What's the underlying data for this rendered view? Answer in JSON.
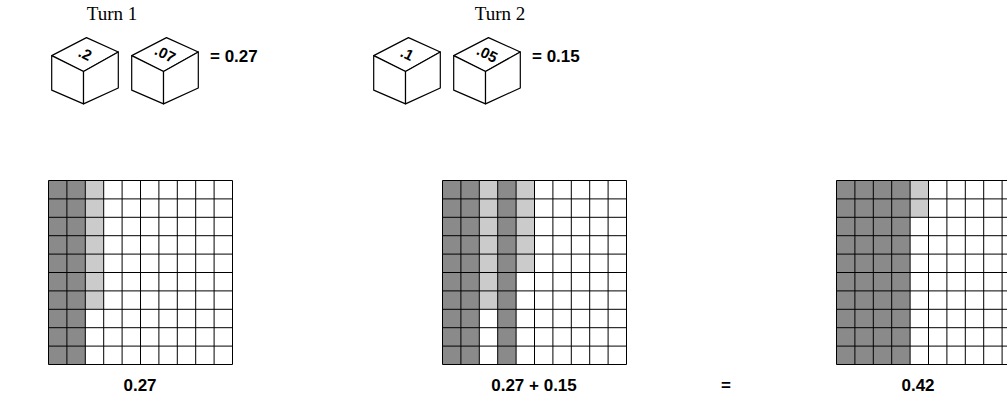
{
  "diagram": {
    "nodes": [
      {
        "text": [
          ".2"
        ]
      },
      {
        "text": [
          ".07"
        ]
      },
      {
        "text": [
          ".1"
        ]
      },
      {
        "text": [
          ".05"
        ]
      }
    ],
    "labels": [
      "Turn 1",
      "= 0.27",
      "0.27",
      "Turn 2",
      "= 0.15",
      "0.27 + 0.15",
      "=",
      "0.42"
    ]
  }
}
